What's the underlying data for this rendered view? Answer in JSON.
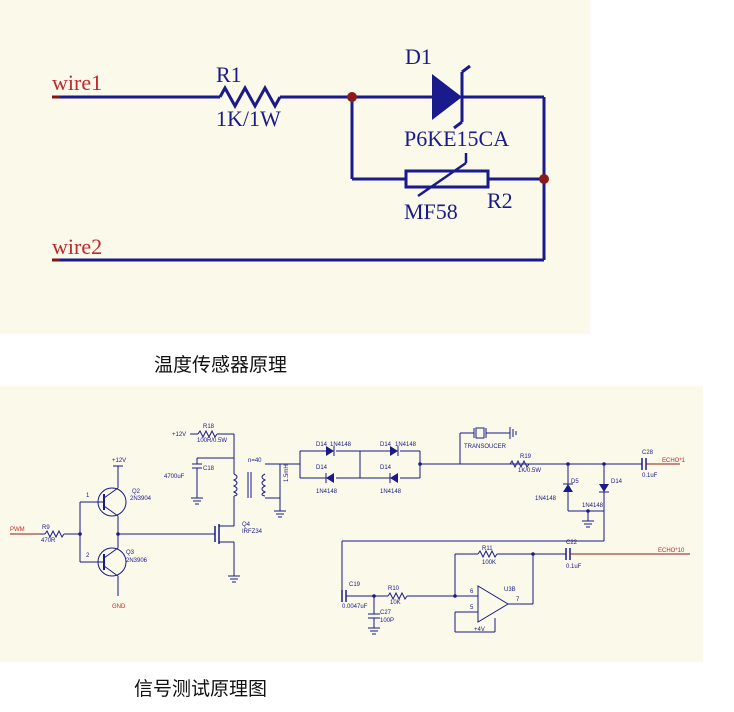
{
  "circuit1": {
    "wire1": "wire1",
    "wire2": "wire2",
    "r1_ref": "R1",
    "r1_val": "1K/1W",
    "d1_ref": "D1",
    "d1_val": "P6KE15CA",
    "r2_ref": "R2",
    "r2_val": "MF58",
    "caption": "温度传感器原理"
  },
  "circuit2": {
    "caption": "信号测试原理图",
    "pwm": "PWM",
    "r9": "R9",
    "r9_val": "470R",
    "q2": "Q2",
    "q2_val": "2N3904",
    "q3": "Q3",
    "q3_val": "2N3906",
    "v12a": "+12V",
    "gnd": "GND",
    "v12b": "+12V",
    "r18": "R18",
    "r18_val": "100R/0.5W",
    "c18": "C18",
    "c18_val": "4700uF",
    "n40": "n=40",
    "ind": "1.5mH",
    "q4": "Q4",
    "q4_val": "IRFZ34",
    "d14_1": "D14",
    "d14_1v": "1N4148",
    "d14_2": "D14",
    "d14_2v": "1N4148",
    "d14_3": "D14",
    "d14_3v": "1N4148",
    "d14_4": "D14",
    "d14_4v": "1N4148",
    "transducer": "TRANSOUCER",
    "r19": "R19",
    "r19_val": "1K/0.5W",
    "d5": "D5",
    "d5_val": "1N4148",
    "d14_5": "D14",
    "d14_5v": "1N4148",
    "c28": "C28",
    "c28_val": "0.1uF",
    "echo1": "ECHO*1",
    "r11": "R11",
    "r11_val": "100K",
    "c22": "C22",
    "c22_val": "0.1uF",
    "echo10": "ECHO*10",
    "c19": "C19",
    "c19_val": "0.0047uF",
    "r10": "R10",
    "r10_val": "10K",
    "c27": "C27",
    "c27_val": "100P",
    "u3b": "U3B",
    "pin6": "6",
    "pin5": "5",
    "pin7": "7",
    "v4": "+4V",
    "pin1": "1",
    "pin2": "2"
  }
}
